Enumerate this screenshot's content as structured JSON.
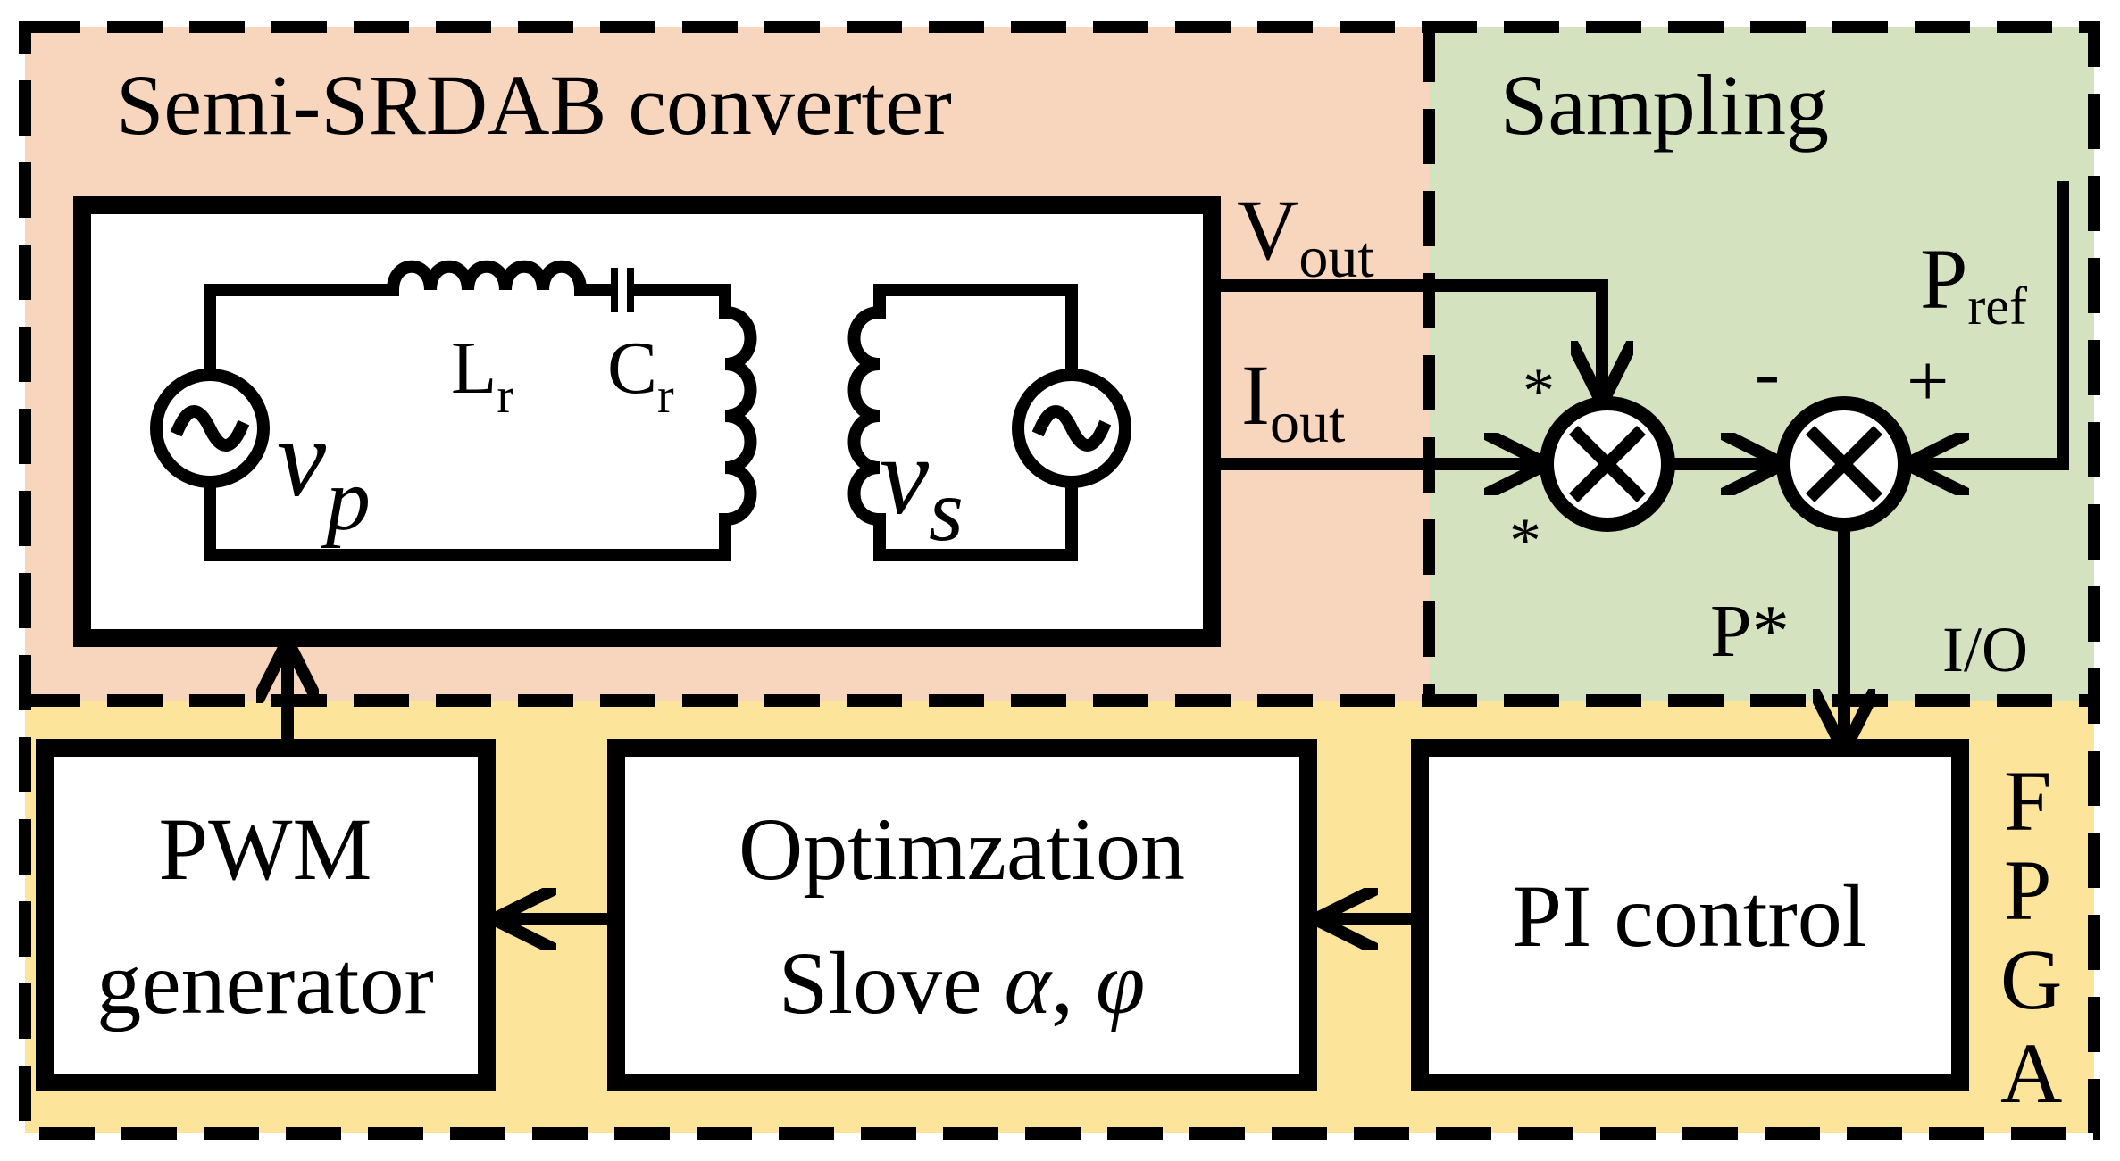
{
  "regions": {
    "converter": {
      "title": "Semi-SRDAB converter",
      "color": "#F8D5BD"
    },
    "sampling": {
      "title": "Sampling",
      "corner_label": "I/O",
      "color": "#D5E2BF"
    },
    "fpga": {
      "letters": [
        "F",
        "P",
        "G",
        "A"
      ],
      "color": "#FDE49B"
    }
  },
  "circuit": {
    "vp": {
      "main": "v",
      "sub": "p"
    },
    "vs": {
      "main": "v",
      "sub": "s"
    },
    "lr": {
      "main": "L",
      "sub": "r"
    },
    "cr": {
      "main": "C",
      "sub": "r"
    }
  },
  "signals": {
    "vout": {
      "main": "V",
      "sub": "out"
    },
    "iout": {
      "main": "I",
      "sub": "out"
    },
    "pref": {
      "main": "P",
      "sub": "ref"
    },
    "pstar": "P*",
    "mult_in_top": "*",
    "mult_in_bottom": "*",
    "sum_minus": "-",
    "sum_plus": "+"
  },
  "blocks": {
    "pwm": {
      "line1": "PWM",
      "line2": "generator"
    },
    "opt": {
      "line1": "Optimzation",
      "line2_prefix": "Slove ",
      "alpha": "α",
      "sep": ", ",
      "phi": "φ"
    },
    "pi": {
      "label": "PI control"
    }
  }
}
